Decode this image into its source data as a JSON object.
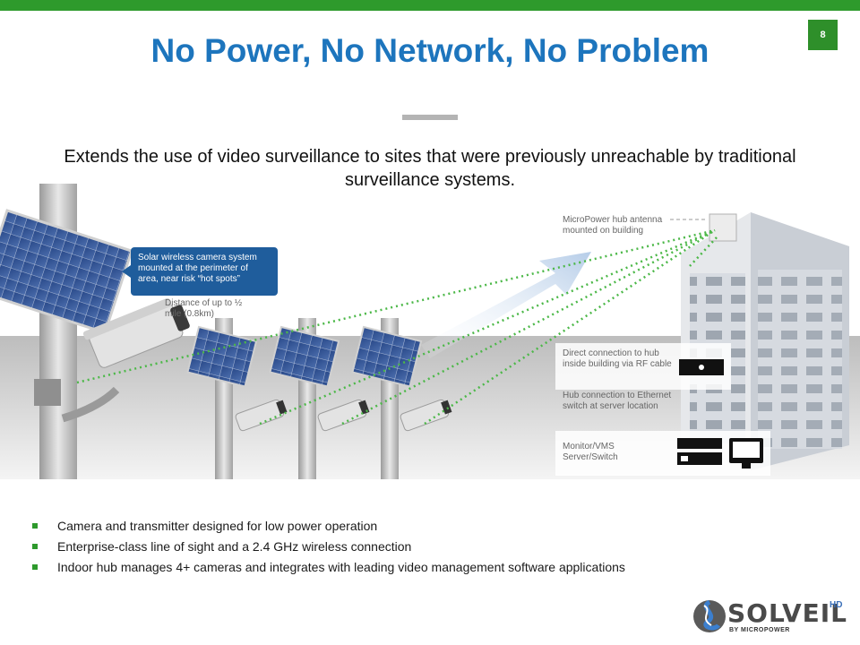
{
  "slide": {
    "number": "8",
    "title": "No Power, No Network, No Problem",
    "subtitle": "Extends the use of video surveillance to sites that were previously unreachable by traditional surveillance systems."
  },
  "diagram": {
    "callout_camera": "Solar wireless camera system mounted at the perimeter of area, near risk “hot spots”",
    "distance_label": "Distance of up to ½ mile (0.8km)",
    "hub_antenna_label": "MicroPower hub antenna mounted on building",
    "direct_connection_label": "Direct connection to hub inside building via RF cable",
    "hub_ethernet_label": "Hub connection to Ethernet switch at server location",
    "monitor_label": "Monitor/VMS Server/Switch"
  },
  "bullets": [
    "Camera and transmitter designed for low power operation",
    "Enterprise-class line of sight and a 2.4 GHz wireless connection",
    "Indoor hub manages 4+ cameras and integrates with leading video management software applications"
  ],
  "logo": {
    "name": "SOLVEIL",
    "suffix": "HD",
    "byline": "BY MICROPOWER"
  },
  "colors": {
    "accent_green": "#2e9a2c",
    "title_blue": "#1d75bd",
    "callout_blue": "#1f5d9c",
    "link_dots": "#4cb848"
  }
}
